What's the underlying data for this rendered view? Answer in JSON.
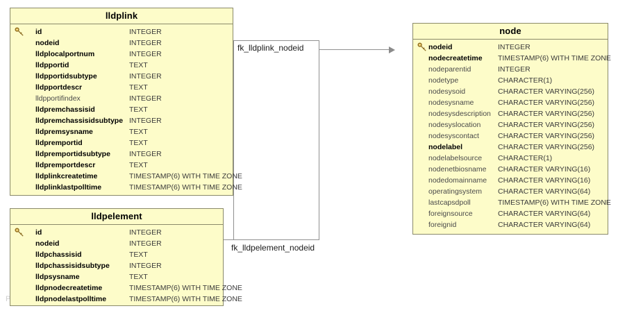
{
  "diagram": {
    "type": "entity-relationship-diagram",
    "background_color": "#ffffff",
    "entity_fill": "#fdfcc9",
    "entity_border": "#8a8a6a",
    "watermark": "P"
  },
  "entities": [
    {
      "name": "lldplink",
      "columns": [
        {
          "pk": true,
          "name": "id",
          "type": "INTEGER",
          "required": true
        },
        {
          "pk": false,
          "name": "nodeid",
          "type": "INTEGER",
          "required": true
        },
        {
          "pk": false,
          "name": "lldplocalportnum",
          "type": "INTEGER",
          "required": true
        },
        {
          "pk": false,
          "name": "lldpportid",
          "type": "TEXT",
          "required": true
        },
        {
          "pk": false,
          "name": "lldpportidsubtype",
          "type": "INTEGER",
          "required": true
        },
        {
          "pk": false,
          "name": "lldpportdescr",
          "type": "TEXT",
          "required": true
        },
        {
          "pk": false,
          "name": "lldpportifindex",
          "type": "INTEGER",
          "required": false
        },
        {
          "pk": false,
          "name": "lldpremchassisid",
          "type": "TEXT",
          "required": true
        },
        {
          "pk": false,
          "name": "lldpremchassisidsubtype",
          "type": "INTEGER",
          "required": true
        },
        {
          "pk": false,
          "name": "lldpremsysname",
          "type": "TEXT",
          "required": true
        },
        {
          "pk": false,
          "name": "lldpremportid",
          "type": "TEXT",
          "required": true
        },
        {
          "pk": false,
          "name": "lldpremportidsubtype",
          "type": "INTEGER",
          "required": true
        },
        {
          "pk": false,
          "name": "lldpremportdescr",
          "type": "TEXT",
          "required": true
        },
        {
          "pk": false,
          "name": "lldplinkcreatetime",
          "type": "TIMESTAMP(6) WITH TIME ZONE",
          "required": true
        },
        {
          "pk": false,
          "name": "lldplinklastpolltime",
          "type": "TIMESTAMP(6) WITH TIME ZONE",
          "required": true
        }
      ]
    },
    {
      "name": "lldpelement",
      "columns": [
        {
          "pk": true,
          "name": "id",
          "type": "INTEGER",
          "required": true
        },
        {
          "pk": false,
          "name": "nodeid",
          "type": "INTEGER",
          "required": true
        },
        {
          "pk": false,
          "name": "lldpchassisid",
          "type": "TEXT",
          "required": true
        },
        {
          "pk": false,
          "name": "lldpchassisidsubtype",
          "type": "INTEGER",
          "required": true
        },
        {
          "pk": false,
          "name": "lldpsysname",
          "type": "TEXT",
          "required": true
        },
        {
          "pk": false,
          "name": "lldpnodecreatetime",
          "type": "TIMESTAMP(6) WITH TIME ZONE",
          "required": true
        },
        {
          "pk": false,
          "name": "lldpnodelastpolltime",
          "type": "TIMESTAMP(6) WITH TIME ZONE",
          "required": true
        }
      ]
    },
    {
      "name": "node",
      "columns": [
        {
          "pk": true,
          "name": "nodeid",
          "type": "INTEGER",
          "required": true
        },
        {
          "pk": false,
          "name": "nodecreatetime",
          "type": "TIMESTAMP(6) WITH TIME ZONE",
          "required": true
        },
        {
          "pk": false,
          "name": "nodeparentid",
          "type": "INTEGER",
          "required": false
        },
        {
          "pk": false,
          "name": "nodetype",
          "type": "CHARACTER(1)",
          "required": false
        },
        {
          "pk": false,
          "name": "nodesysoid",
          "type": "CHARACTER VARYING(256)",
          "required": false
        },
        {
          "pk": false,
          "name": "nodesysname",
          "type": "CHARACTER VARYING(256)",
          "required": false
        },
        {
          "pk": false,
          "name": "nodesysdescription",
          "type": "CHARACTER VARYING(256)",
          "required": false
        },
        {
          "pk": false,
          "name": "nodesyslocation",
          "type": "CHARACTER VARYING(256)",
          "required": false
        },
        {
          "pk": false,
          "name": "nodesyscontact",
          "type": "CHARACTER VARYING(256)",
          "required": false
        },
        {
          "pk": false,
          "name": "nodelabel",
          "type": "CHARACTER VARYING(256)",
          "required": true
        },
        {
          "pk": false,
          "name": "nodelabelsource",
          "type": "CHARACTER(1)",
          "required": false
        },
        {
          "pk": false,
          "name": "nodenetbiosname",
          "type": "CHARACTER VARYING(16)",
          "required": false
        },
        {
          "pk": false,
          "name": "nodedomainname",
          "type": "CHARACTER VARYING(16)",
          "required": false
        },
        {
          "pk": false,
          "name": "operatingsystem",
          "type": "CHARACTER VARYING(64)",
          "required": false
        },
        {
          "pk": false,
          "name": "lastcapsdpoll",
          "type": "TIMESTAMP(6) WITH TIME ZONE",
          "required": false
        },
        {
          "pk": false,
          "name": "foreignsource",
          "type": "CHARACTER VARYING(64)",
          "required": false
        },
        {
          "pk": false,
          "name": "foreignid",
          "type": "CHARACTER VARYING(64)",
          "required": false
        }
      ]
    }
  ],
  "relationships": [
    {
      "label": "fk_lldplink_nodeid",
      "from": "lldplink",
      "to": "node"
    },
    {
      "label": "fk_lldpelement_nodeid",
      "from": "lldpelement",
      "to": "node"
    }
  ]
}
